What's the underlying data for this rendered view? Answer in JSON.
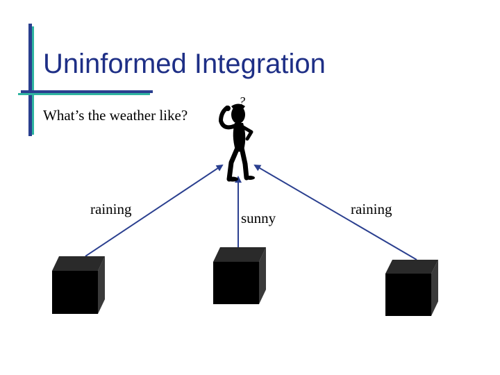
{
  "slide": {
    "title": "Uninformed Integration",
    "question": "What’s the weather like?"
  },
  "figure": {
    "thought_mark": "?",
    "icon": "thinking-person-icon"
  },
  "sources": [
    {
      "report": "raining"
    },
    {
      "report": "sunny"
    },
    {
      "report": "raining"
    }
  ],
  "colors": {
    "title": "#1e2f86",
    "accent_dark": "#2a3f8f",
    "accent_teal": "#2fb4a0",
    "arrow": "#2a3f8f",
    "box": "#000000"
  }
}
